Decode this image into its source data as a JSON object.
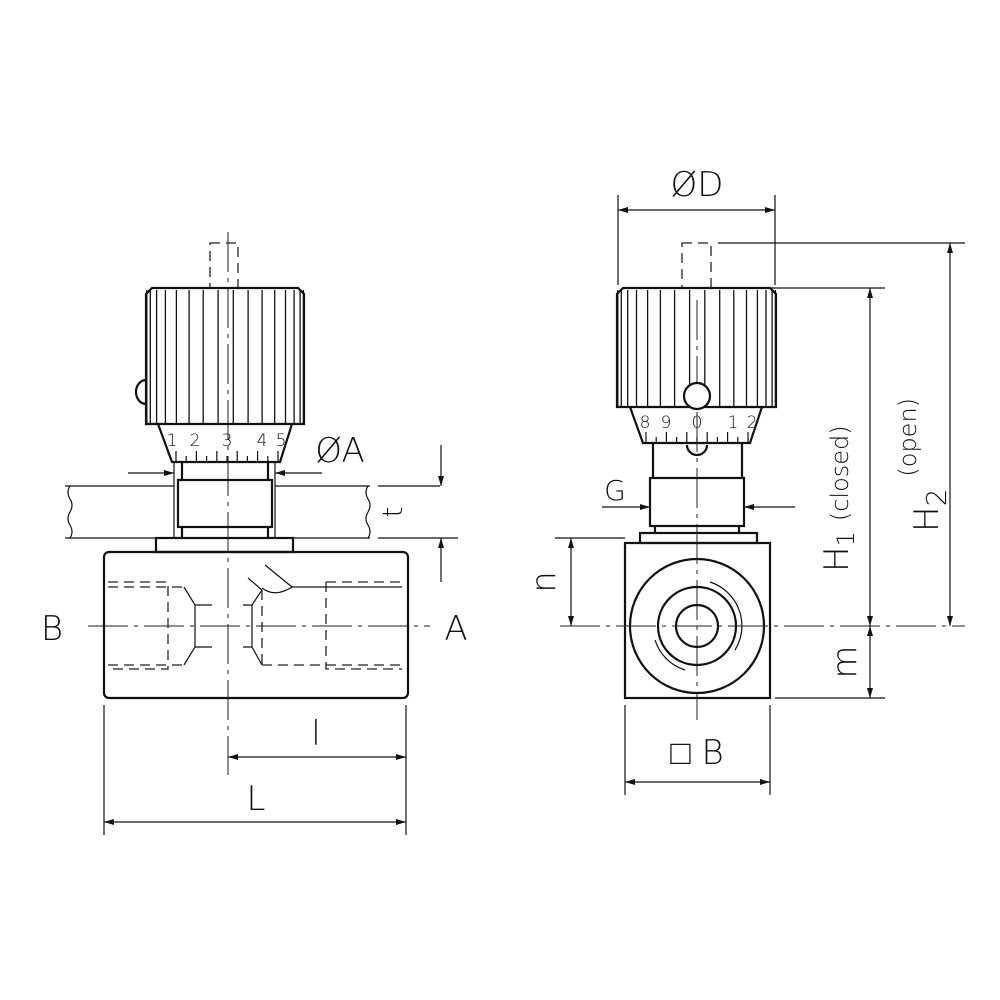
{
  "side_view": {
    "port_b": "B",
    "port_a": "A",
    "dia_a": "ØA",
    "t": "t",
    "l": "l",
    "L": "L",
    "dial_digits": [
      "1",
      "2",
      "3",
      "4",
      "5"
    ]
  },
  "end_view": {
    "dia_d": "ØD",
    "g": "G",
    "n": "n",
    "m": "m",
    "square_b": "□ B",
    "h1": "H",
    "h1_sub": "1",
    "h1_note": "(closed)",
    "h2": "H",
    "h2_sub": "2",
    "h2_note": "(open)",
    "dial_digits": [
      "8",
      "9",
      "0",
      "1",
      "2"
    ]
  }
}
